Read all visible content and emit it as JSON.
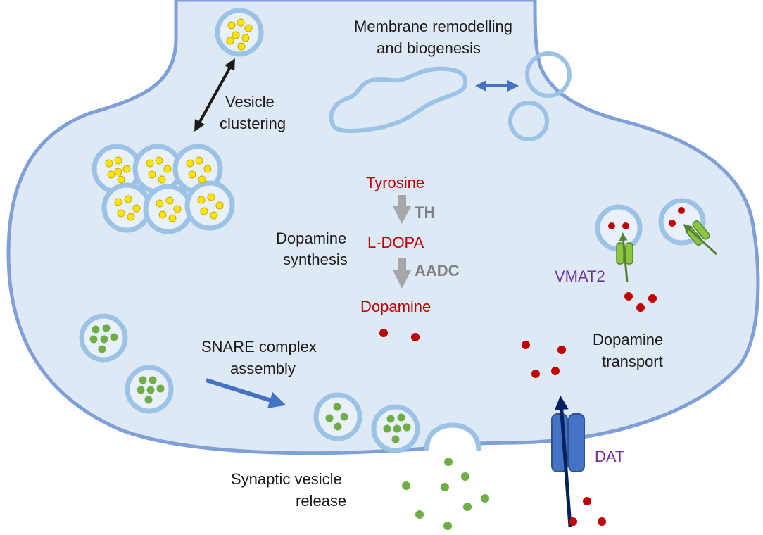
{
  "labels": {
    "membrane_remodelling_1": "Membrane remodelling",
    "membrane_remodelling_2": "and biogenesis",
    "vesicle_clustering_1": "Vesicle",
    "vesicle_clustering_2": "clustering",
    "tyrosine": "Tyrosine",
    "th": "TH",
    "l_dopa": "L-DOPA",
    "aadc": "AADC",
    "dopamine": "Dopamine",
    "dopamine_synthesis_1": "Dopamine",
    "dopamine_synthesis_2": "synthesis",
    "vmat2": "VMAT2",
    "dopamine_transport_1": "Dopamine",
    "dopamine_transport_2": "transport",
    "snare_1": "SNARE complex",
    "snare_2": "assembly",
    "dat": "DAT",
    "release_1": "Synaptic vesicle",
    "release_2": "release"
  },
  "colors": {
    "terminal_fill": "#dde9f5",
    "membrane": "#7f9fd6",
    "vesicle": "#9cc3e6",
    "vesicle_inner": "#e8f1fa",
    "dopa_dot": "#c00000",
    "green_dot": "#70ad47",
    "yellow_dot": "#ffe600",
    "transporter": "#4472c4",
    "vmat": "#8cc63f",
    "blue_arrow": "#4472c4",
    "gray_arrow": "#a6a6a6",
    "dark_arrow": "#002060"
  }
}
